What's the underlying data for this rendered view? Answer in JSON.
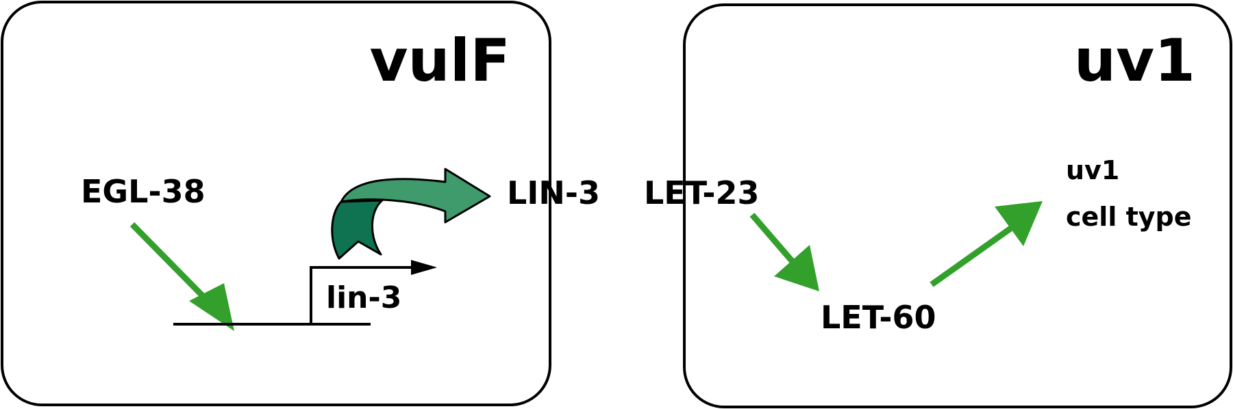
{
  "panels": {
    "vulf": {
      "title": "vulF"
    },
    "uv1": {
      "title": "uv1"
    }
  },
  "nodes": {
    "egl38": "EGL-38",
    "lin3_protein": "LIN-3",
    "let23": "LET-23",
    "let60": "LET-60",
    "uv1_cell_type_line1": "uv1",
    "uv1_cell_type_line2": "cell type"
  },
  "gene": {
    "lin3": "lin-3"
  },
  "colors": {
    "activation_arrow": "#33a02c",
    "expression_arrow_light": "#3f9a6c",
    "expression_arrow_dark": "#0f7250",
    "outline": "#000000"
  }
}
